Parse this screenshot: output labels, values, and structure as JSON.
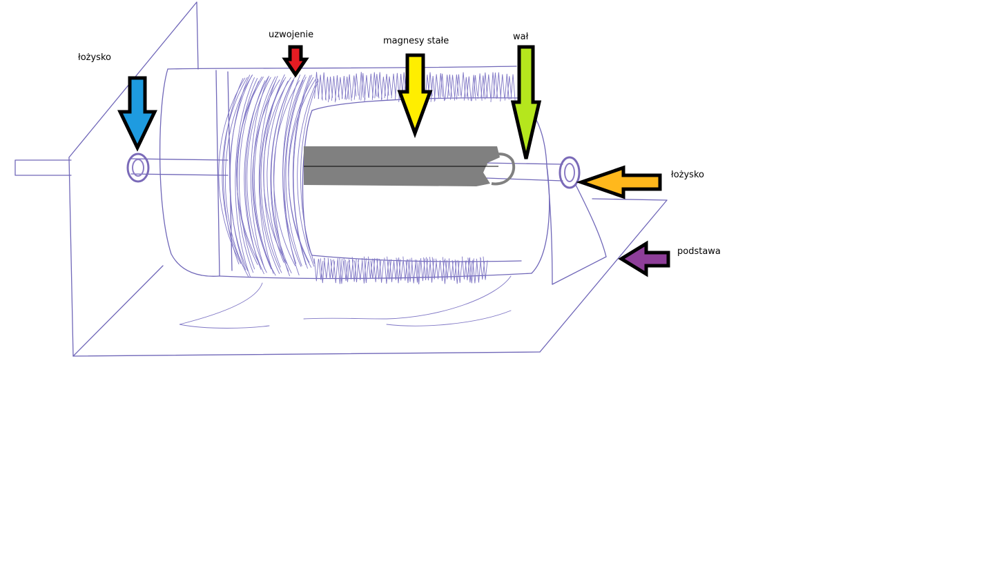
{
  "labels": {
    "bearing_left": "łożysko",
    "winding": "uzwojenie",
    "permanent_magnets": "magnesy stałe",
    "shaft": "wał",
    "bearing_right": "łożysko",
    "base": "podstawa"
  },
  "colors": {
    "background": "#ffffff",
    "sketch_ink": "#6f66b8",
    "magnet_fill": "#808080",
    "arrow_outline": "#000000",
    "arrow_bearing_left": "#1e9be0",
    "arrow_winding": "#e51c23",
    "arrow_magnets": "#ffee00",
    "arrow_shaft": "#b5e61d",
    "arrow_bearing_right": "#ffb81c",
    "arrow_base": "#8e3e99"
  }
}
